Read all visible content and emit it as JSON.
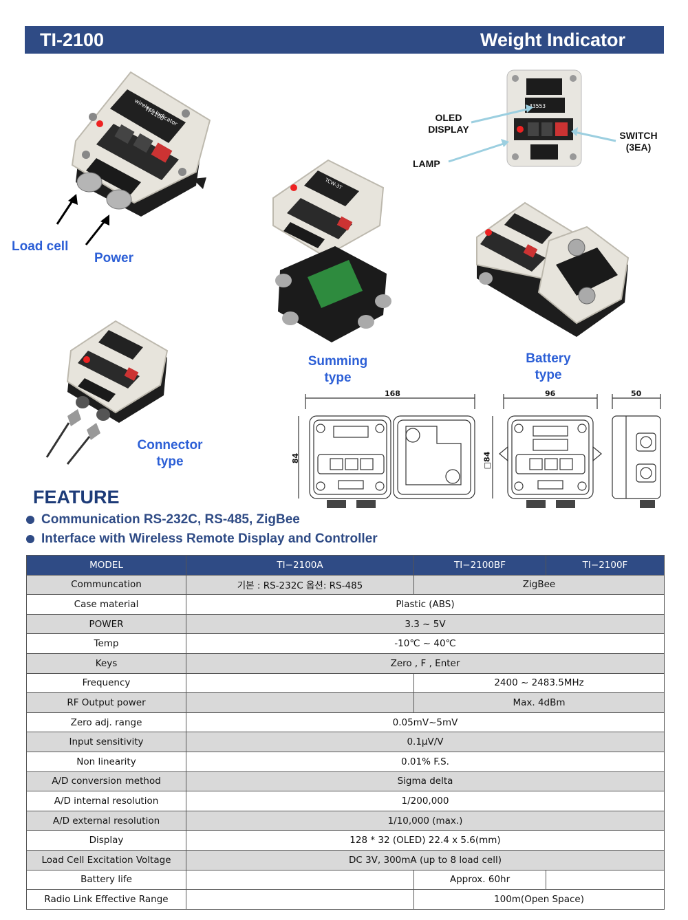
{
  "header": {
    "model": "TI-2100",
    "title": "Weight Indicator"
  },
  "labels": {
    "load_cell": "Load cell",
    "power": "Power",
    "summing": [
      "Summing",
      "type"
    ],
    "battery": [
      "Battery",
      "type"
    ],
    "connector": [
      "Connector",
      "type"
    ],
    "oled": [
      "OLED",
      "DISPLAY"
    ],
    "lamp": "LAMP",
    "switch": [
      "SWITCH",
      "(3EA)"
    ]
  },
  "device": {
    "front_line1": "wireless Indicator",
    "front_line2": "TI-2100",
    "display_value": "43553",
    "tcw_label": "TCW-3T"
  },
  "dimensions": {
    "width_battery": "168",
    "width_single": "96",
    "depth": "50",
    "height": "84",
    "height_single": "□84"
  },
  "feature": {
    "title": "FEATURE",
    "items": [
      "Communication  RS-232C, RS-485, ZigBee",
      "Interface with Wireless Remote Display and Controller"
    ]
  },
  "colors": {
    "header": "#2f4b85",
    "label_blue": "#2c5fd6",
    "row_gray": "#d9d9d9"
  },
  "table": {
    "headers": [
      "MODEL",
      "TI−2100A",
      "TI−2100BF",
      "TI−2100F"
    ],
    "rows": [
      [
        "Communcation",
        "기본 : RS-232C   옵션: RS-485",
        "ZigBee"
      ],
      [
        "Case material",
        "Plastic (ABS)"
      ],
      [
        "POWER",
        "3.3 ~ 5V"
      ],
      [
        "Temp",
        "-10℃ ~ 40℃"
      ],
      [
        "Keys",
        "Zero , F , Enter"
      ],
      [
        "Frequency",
        "",
        "2400 ~ 2483.5MHz"
      ],
      [
        "RF Output power",
        "",
        "Max. 4dBm"
      ],
      [
        "Zero adj. range",
        "0.05mV~5mV"
      ],
      [
        "Input sensitivity",
        "0.1μV/V"
      ],
      [
        "Non linearity",
        "0.01% F.S."
      ],
      [
        "A/D conversion method",
        "Sigma delta"
      ],
      [
        "A/D internal resolution",
        "1/200,000"
      ],
      [
        "A/D external resolution",
        "1/10,000 (max.)"
      ],
      [
        "Display",
        "128 * 32 (OLED) 22.4 x 5.6(mm)"
      ],
      [
        "Load Cell Excitation Voltage",
        "DC 3V, 300mA  (up to 8 load cell)"
      ],
      [
        "Battery life",
        "",
        "Approx. 60hr",
        ""
      ],
      [
        "Radio Link Effective Range",
        "",
        "100m(Open Space)"
      ]
    ]
  }
}
